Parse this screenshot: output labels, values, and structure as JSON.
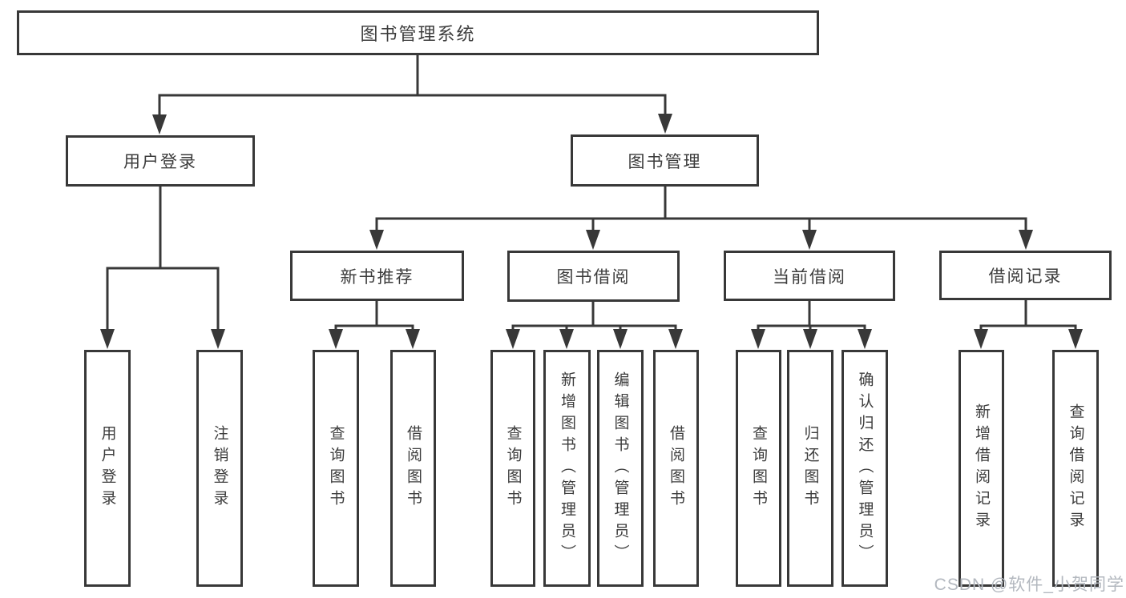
{
  "tree": {
    "root": {
      "label": "图书管理系统"
    },
    "level2": [
      {
        "label": "用户登录"
      },
      {
        "label": "图书管理"
      }
    ],
    "level3": [
      {
        "label": "新书推荐"
      },
      {
        "label": "图书借阅"
      },
      {
        "label": "当前借阅"
      },
      {
        "label": "借阅记录"
      }
    ],
    "groups": [
      {
        "parent": "用户登录",
        "items": [
          {
            "label": "用户登录"
          },
          {
            "label": "注销登录"
          }
        ]
      },
      {
        "parent": "新书推荐",
        "items": [
          {
            "label": "查询图书"
          },
          {
            "label": "借阅图书"
          }
        ]
      },
      {
        "parent": "图书借阅",
        "items": [
          {
            "label": "查询图书"
          },
          {
            "label": "新增图书（管理员）"
          },
          {
            "label": "编辑图书（管理员）"
          },
          {
            "label": "借阅图书"
          }
        ]
      },
      {
        "parent": "当前借阅",
        "items": [
          {
            "label": "查询图书"
          },
          {
            "label": "归还图书"
          },
          {
            "label": "确认归还（管理员）"
          }
        ]
      },
      {
        "parent": "借阅记录",
        "items": [
          {
            "label": "新增借阅记录"
          },
          {
            "label": "查询借阅记录"
          }
        ]
      }
    ]
  },
  "watermark": {
    "text": "CSDN @软件_小贺同学"
  },
  "colors": {
    "line": "#383838",
    "box_border": "#383838",
    "text": "#3c3c3c",
    "watermark": "#b3b8bf",
    "background": "#ffffff"
  }
}
